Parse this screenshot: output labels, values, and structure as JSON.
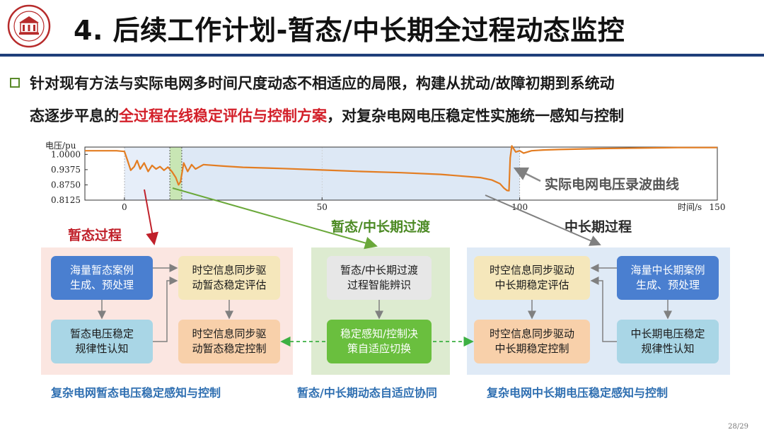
{
  "header": {
    "title": "4. 后续工作计划-暂态/中长期全过程动态监控"
  },
  "intro": {
    "line1": "针对现有方法与实际电网多时间尺度动态不相适应的局限，构建从扰动/故障初期到系统动",
    "line2_a": "态逐步平息的",
    "line2_highlight": "全过程在线稳定评估与控制方案",
    "line2_b": "，对复杂电网电压稳定性实施统一感知与控制"
  },
  "chart_data": {
    "type": "line",
    "ylabel": "电压/pu",
    "xlabel": "时间/s",
    "y_ticks": [
      "1.0000",
      "0.9375",
      "0.8750",
      "0.8125"
    ],
    "x_ticks": [
      "0",
      "50",
      "100",
      "150"
    ],
    "xlim": [
      -10,
      150
    ],
    "ylim": [
      0.8125,
      1.03
    ],
    "series": [
      {
        "name": "实际电网电压录波曲线",
        "x": [
          -10,
          -2,
          0,
          0.8,
          1.6,
          2.5,
          3.2,
          4.0,
          5.0,
          6.0,
          7.0,
          8.0,
          9.0,
          10.0,
          11.0,
          12.0,
          13.0,
          13.7,
          14.2,
          15.0,
          16.0,
          17.0,
          18.0,
          20,
          25,
          30,
          40,
          50,
          60,
          70,
          80,
          90,
          93,
          95,
          96,
          96.8,
          97.3,
          97.6,
          98,
          99,
          100,
          101,
          103,
          106,
          110,
          120,
          130,
          140,
          150
        ],
        "y": [
          1.015,
          1.015,
          1.012,
          0.975,
          0.935,
          0.95,
          0.975,
          0.94,
          0.965,
          0.93,
          0.955,
          0.94,
          0.95,
          0.935,
          0.948,
          0.93,
          0.905,
          0.875,
          0.888,
          0.965,
          0.93,
          0.958,
          0.94,
          0.958,
          0.952,
          0.947,
          0.942,
          0.936,
          0.93,
          0.925,
          0.918,
          0.905,
          0.895,
          0.88,
          0.862,
          0.852,
          0.851,
          0.985,
          1.035,
          1.01,
          1.015,
          1.005,
          1.015,
          1.018,
          1.02,
          1.024,
          1.026,
          1.028,
          1.028
        ]
      }
    ],
    "regions": [
      {
        "name": "暂态",
        "x": [
          0,
          11.5
        ],
        "color": "#e6eef9"
      },
      {
        "name": "过渡",
        "x": [
          11.5,
          14.5
        ],
        "color": "#c8e6b4"
      },
      {
        "name": "中长期",
        "x": [
          14.5,
          100
        ],
        "color": "#dde8f5"
      }
    ],
    "series_color": "#e37d22"
  },
  "annotations": {
    "recording_label": "实际电网电压录波曲线"
  },
  "stages": {
    "transient": "暂态过程",
    "transition": "暂态/中长期过渡",
    "long_term": "中长期过程"
  },
  "left_panel": {
    "box_case": [
      "海量暂态案例",
      "生成、预处理"
    ],
    "box_eval": [
      "时空信息同步驱",
      "动暂态稳定评估"
    ],
    "box_law": [
      "暂态电压稳定",
      "规律性认知"
    ],
    "box_ctrl": [
      "时空信息同步驱",
      "动暂态稳定控制"
    ],
    "caption": "复杂电网暂态电压稳定感知与控制"
  },
  "mid_panel": {
    "box_identify": [
      "暂态/中长期过渡",
      "过程智能辨识"
    ],
    "box_switch": [
      "稳定感知/控制决",
      "策自适应切换"
    ],
    "caption": "暂态/中长期动态自适应协同"
  },
  "right_panel": {
    "box_eval": [
      "时空信息同步驱动",
      "中长期稳定评估"
    ],
    "box_case": [
      "海量中长期案例",
      "生成、预处理"
    ],
    "box_ctrl": [
      "时空信息同步驱动",
      "中长期稳定控制"
    ],
    "box_law": [
      "中长期电压稳定",
      "规律性认知"
    ],
    "caption": "复杂电网中长期电压稳定感知与控制"
  },
  "footer": {
    "page": "28/29"
  },
  "colors": {
    "title_rule": "#1f3f7a",
    "highlight": "#d3202a",
    "caption_blue": "#2f6fb1",
    "green_arrow": "#6aa83a",
    "red_arrow": "#c0202a"
  }
}
